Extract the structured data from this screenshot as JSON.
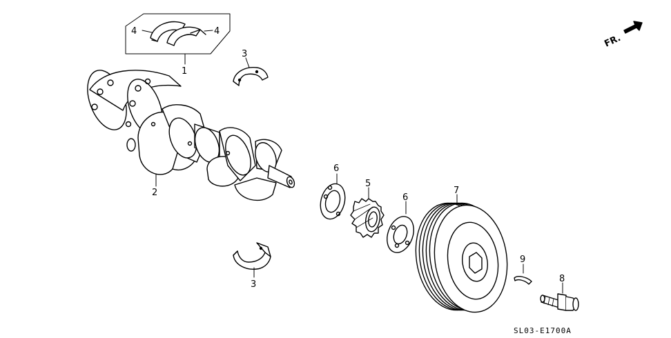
{
  "callouts": {
    "thrust_washer_left": "4",
    "thrust_washer_right": "4",
    "bearing_set": "1",
    "upper_bearing": "3",
    "crankshaft": "2",
    "lower_bearing": "3",
    "washer_left": "6",
    "timing_pulley": "5",
    "washer_right": "6",
    "crank_pulley": "7",
    "key": "9",
    "bolt": "8"
  },
  "direction_label": "FR.",
  "diagram_code": "SL03-E1700A"
}
